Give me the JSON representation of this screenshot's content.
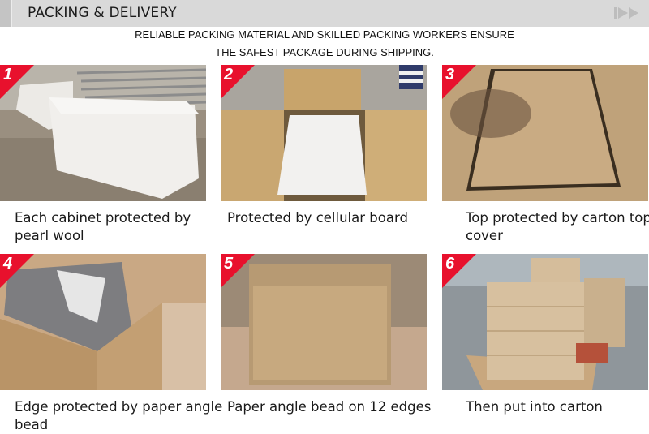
{
  "header": {
    "title": "PACKING & DELIVERY",
    "nav_icon": "fast-forward-icon"
  },
  "subtitle": {
    "line1": "RELIABLE PACKING MATERIAL AND SKILLED PACKING WORKERS ENSURE",
    "line2": "THE SAFEST PACKAGE DURING SHIPPING."
  },
  "colors": {
    "header_bg": "#d9d9d9",
    "badge_red": "#e8112d"
  },
  "steps": [
    {
      "number": "1",
      "caption": "Each cabinet protected by pearl wool",
      "image": "cabinets wrapped in white pearl wool on conveyor"
    },
    {
      "number": "2",
      "caption": "Protected by cellular board",
      "image": "open carton with honeycomb board edges and wrapped cabinet"
    },
    {
      "number": "3",
      "caption": "Top protected by carton top cover",
      "image": "carton with cardboard top cover inserted"
    },
    {
      "number": "4",
      "caption": "Edge protected by paper angle bead",
      "image": "carton corner with honeycomb paper edge protection"
    },
    {
      "number": "5",
      "caption": "Paper angle bead on 12 edges",
      "image": "closed carton with paper angle beads on edges"
    },
    {
      "number": "6",
      "caption": "Then put into carton",
      "image": "stacked cartons on wooden pallet in warehouse"
    }
  ]
}
